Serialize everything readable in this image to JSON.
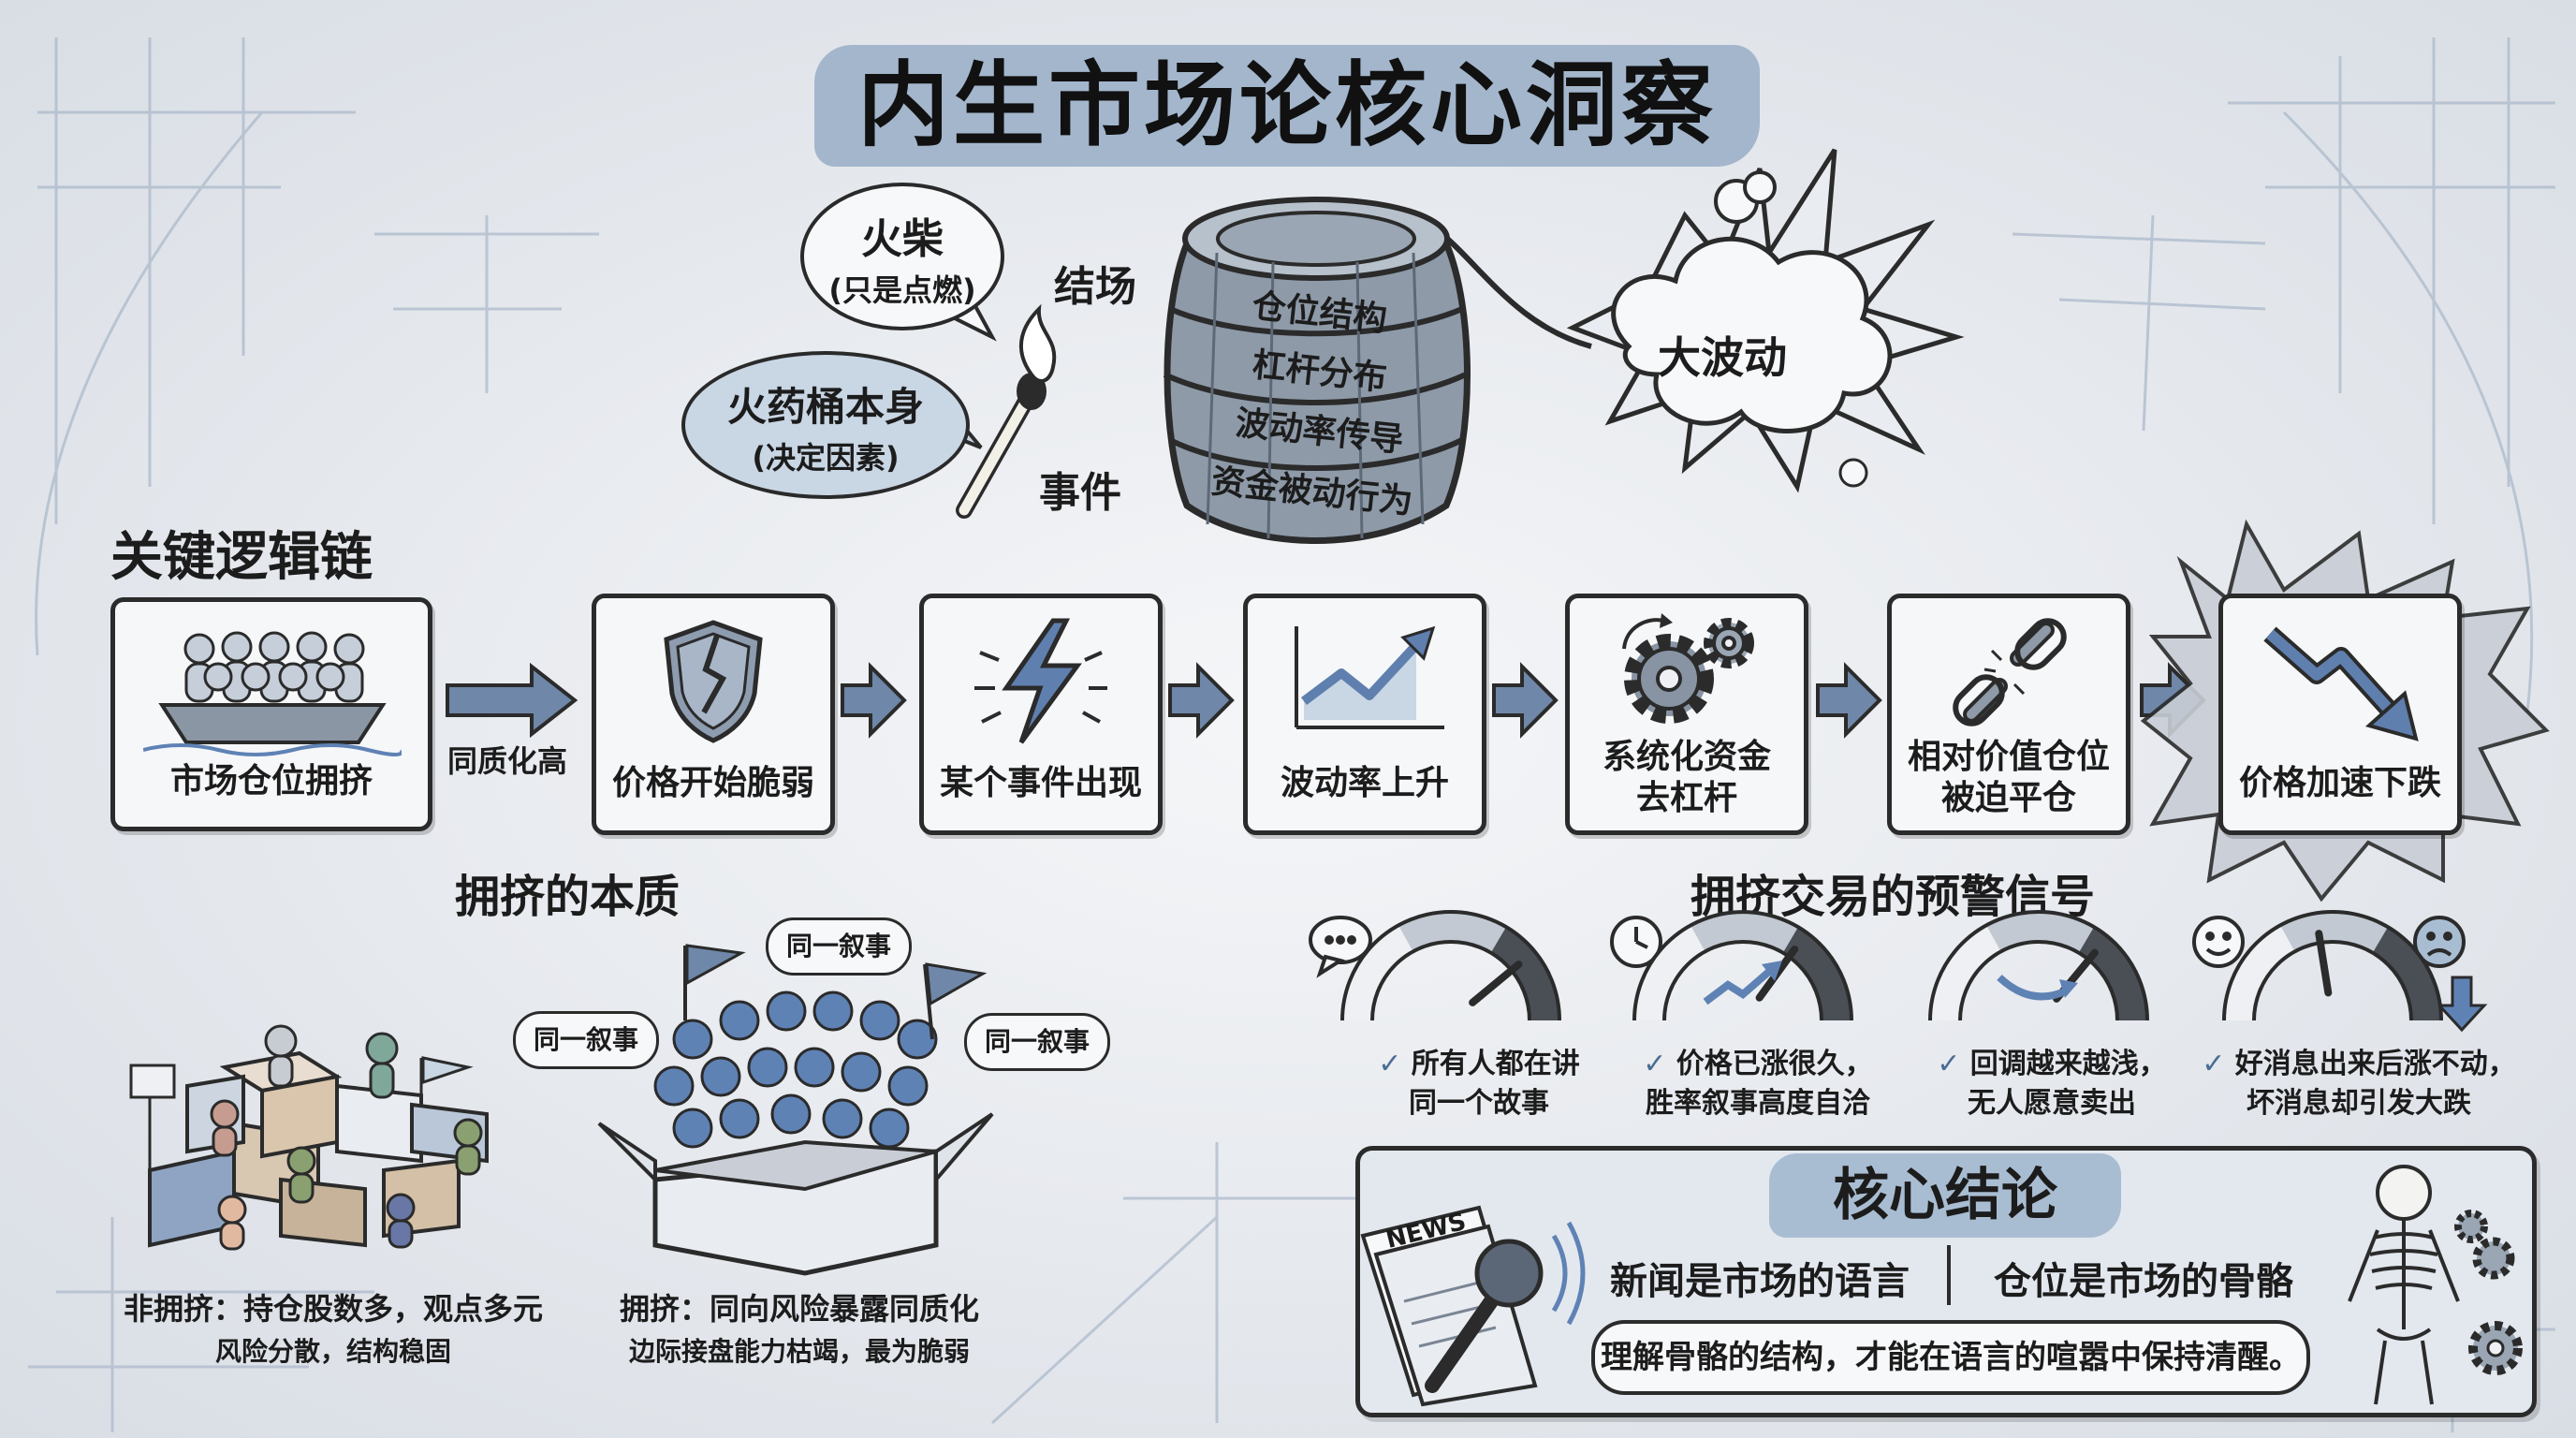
{
  "title": "内生市场论核心洞察",
  "hero": {
    "match_bubble": {
      "title": "火柴",
      "subtitle": "(只是点燃)"
    },
    "keg_bubble": {
      "title": "火药桶本身",
      "subtitle": "(决定因素)"
    },
    "label_structure": "结场",
    "label_event": "事件",
    "keg_lines": [
      "仓位结构",
      "杠杆分布",
      "波动率传导",
      "资金被动行为"
    ],
    "explosion": "大波动"
  },
  "chain": {
    "heading": "关键逻辑链",
    "steps": [
      {
        "lines": [
          "市场仓位拥挤"
        ],
        "icon": "crowded-boat-icon"
      },
      {
        "lines": [
          "价格开始脆弱"
        ],
        "icon": "cracked-shield-icon"
      },
      {
        "lines": [
          "某个事件出现"
        ],
        "icon": "lightning-icon"
      },
      {
        "lines": [
          "波动率上升"
        ],
        "icon": "rising-chart-icon"
      },
      {
        "lines": [
          "系统化资金",
          "去杠杆"
        ],
        "icon": "gears-icon"
      },
      {
        "lines": [
          "相对价值仓位",
          "被迫平仓"
        ],
        "icon": "broken-chain-icon"
      },
      {
        "lines": [
          "价格加速下跌"
        ],
        "icon": "falling-arrow-icon"
      }
    ],
    "first_arrow_label": "同质化高"
  },
  "crowding": {
    "heading": "拥挤的本质",
    "narrative_tag": "同一叙事",
    "non_crowded_caption": [
      "非拥挤：持仓股数多，观点多元",
      "风险分散，结构稳固"
    ],
    "crowded_caption": [
      "拥挤：同向风险暴露同质化",
      "边际接盘能力枯竭，最为脆弱"
    ]
  },
  "warnings": {
    "heading": "拥挤交易的预警信号",
    "check_mark": "✓",
    "items": [
      {
        "lines": [
          "所有人都在讲",
          "同一个故事"
        ],
        "icon": "speech-bubble-icon",
        "level": 0.78
      },
      {
        "lines": [
          "价格已涨很久，",
          "胜率叙事高度自洽"
        ],
        "icon": "clock-icon",
        "level": 0.7
      },
      {
        "lines": [
          "回调越来越浅，",
          "无人愿意卖出"
        ],
        "icon": "pullback-icon",
        "level": 0.72
      },
      {
        "lines": [
          "好消息出来后涨不动，",
          "坏消息却引发大跌"
        ],
        "icon": "mood-icon",
        "level": 0.45
      }
    ]
  },
  "conclusion": {
    "title": "核心结论",
    "left": "新闻是市场的语言",
    "right": "仓位是市场的骨骼",
    "footer": "理解骨骼的结构，才能在语言的喧嚣中保持清醒。",
    "news_label": "NEWS"
  },
  "colors": {
    "accent_blue": "#9fb3ca",
    "dark_stroke": "#2b2b2b",
    "figure_blue": "#5f82b5",
    "arrow_fill": "#6f87a8"
  }
}
